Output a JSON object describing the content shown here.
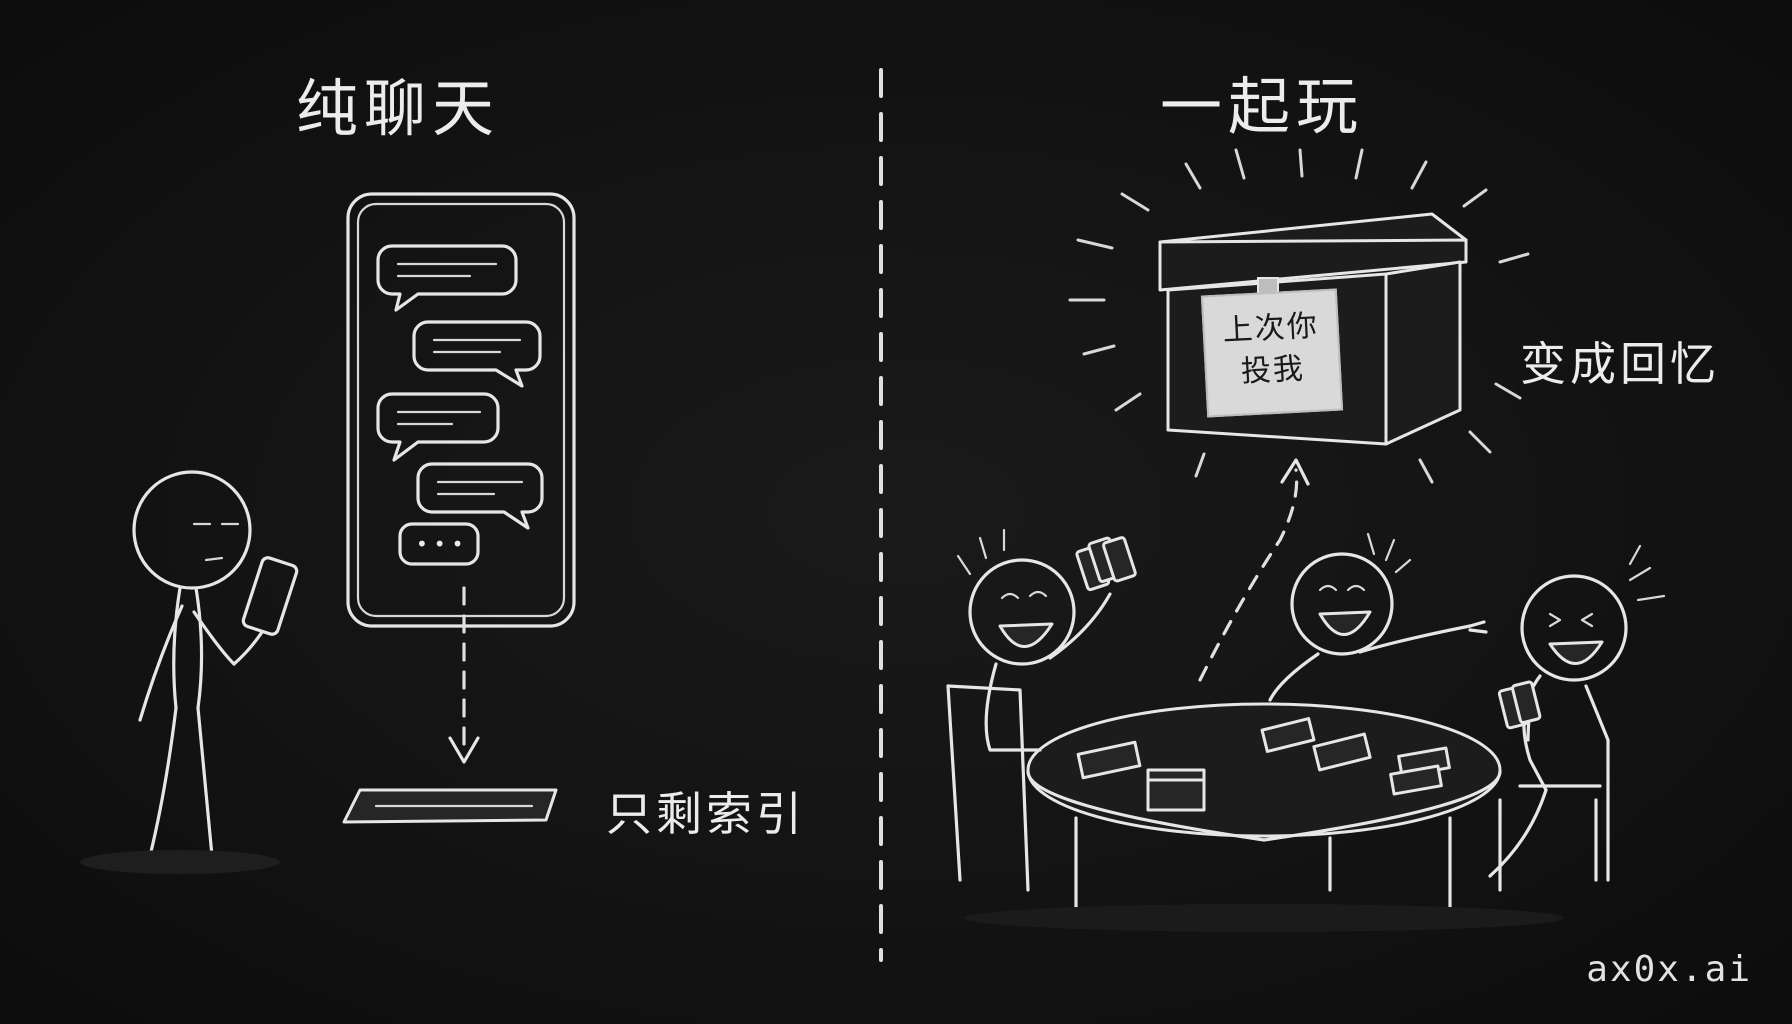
{
  "left_panel": {
    "title": "纯聊天",
    "result_label": "只剩索引",
    "typing_indicator": "•••"
  },
  "right_panel": {
    "title": "一起玩",
    "memory_label": "变成回忆",
    "note_line1": "上次你",
    "note_line2": "投我"
  },
  "watermark": "ax0x.ai",
  "colors": {
    "background": "#121212",
    "chalk": "#e6e6e6"
  }
}
